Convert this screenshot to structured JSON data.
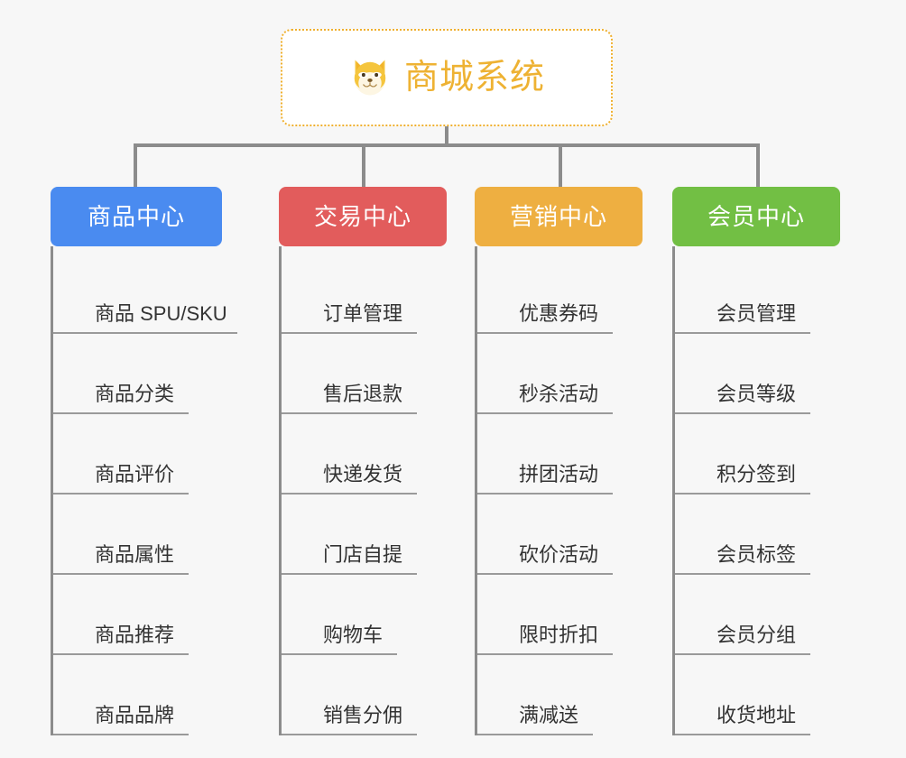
{
  "root": {
    "title": "商城系统",
    "icon": "shiba-dog-face-icon",
    "border_color": "#efb02f",
    "text_color": "#eeb233",
    "background": "#ffffff"
  },
  "canvas": {
    "background": "#f7f7f7",
    "connector_color": "#8c8c8c"
  },
  "branches": [
    {
      "label": "商品中心",
      "color": "#4a8bf0",
      "items": [
        {
          "label": "商品 SPU/SKU",
          "underline_width": 204
        },
        {
          "label": "商品分类",
          "underline_width": 150
        },
        {
          "label": "商品评价",
          "underline_width": 150
        },
        {
          "label": "商品属性",
          "underline_width": 150
        },
        {
          "label": "商品推荐",
          "underline_width": 150
        },
        {
          "label": "商品品牌",
          "underline_width": 150
        }
      ]
    },
    {
      "label": "交易中心",
      "color": "#e25c5c",
      "items": [
        {
          "label": "订单管理",
          "underline_width": 150
        },
        {
          "label": "售后退款",
          "underline_width": 150
        },
        {
          "label": "快递发货",
          "underline_width": 150
        },
        {
          "label": "门店自提",
          "underline_width": 150
        },
        {
          "label": "购物车",
          "underline_width": 128
        },
        {
          "label": "销售分佣",
          "underline_width": 150
        }
      ]
    },
    {
      "label": "营销中心",
      "color": "#eeaf41",
      "items": [
        {
          "label": "优惠券码",
          "underline_width": 150
        },
        {
          "label": "秒杀活动",
          "underline_width": 150
        },
        {
          "label": "拼团活动",
          "underline_width": 150
        },
        {
          "label": "砍价活动",
          "underline_width": 150
        },
        {
          "label": "限时折扣",
          "underline_width": 150
        },
        {
          "label": "满减送",
          "underline_width": 128
        }
      ]
    },
    {
      "label": "会员中心",
      "color": "#72bf44",
      "items": [
        {
          "label": "会员管理",
          "underline_width": 150
        },
        {
          "label": "会员等级",
          "underline_width": 150
        },
        {
          "label": "积分签到",
          "underline_width": 150
        },
        {
          "label": "会员标签",
          "underline_width": 150
        },
        {
          "label": "会员分组",
          "underline_width": 150
        },
        {
          "label": "收货地址",
          "underline_width": 150
        }
      ]
    }
  ]
}
